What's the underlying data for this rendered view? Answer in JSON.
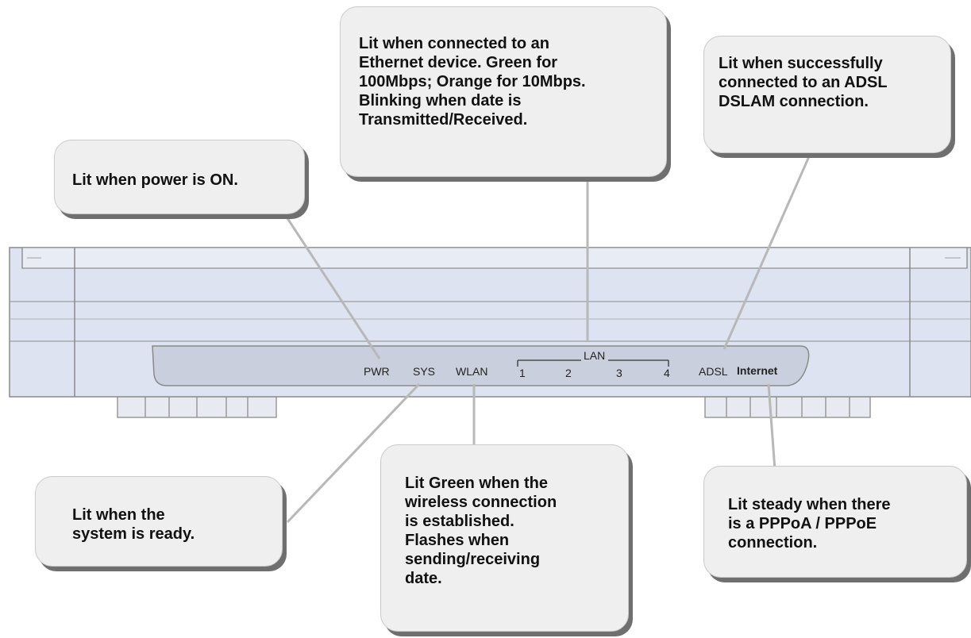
{
  "led_labels": {
    "pwr": "PWR",
    "sys": "SYS",
    "wlan": "WLAN",
    "lan_group": "LAN",
    "lan_1": "1",
    "lan_2": "2",
    "lan_3": "3",
    "lan_4": "4",
    "adsl": "ADSL",
    "internet": "Internet"
  },
  "callouts": {
    "pwr": "Lit when power is ON.",
    "lan": "Lit when connected to an\nEthernet device.    Green for\n100Mbps; Orange for 10Mbps.\nBlinking when date is\nTransmitted/Received.",
    "adsl": "Lit when successfully\nconnected to an ADSL\nDSLAM connection.",
    "sys": "Lit when the\nsystem is ready.",
    "wlan": "Lit Green when the\nwireless connection\nis established.\nFlashes when\nsending/receiving\ndate.",
    "internet": "Lit steady when there\nis a PPPoA / PPPoE\nconnection."
  },
  "colors": {
    "callout_fill": "#efefef",
    "callout_shadow": "#6f6f6f",
    "device_body": "#dde3f0",
    "device_outline": "#8a8a8a",
    "leader_line": "#b8b8b8"
  }
}
